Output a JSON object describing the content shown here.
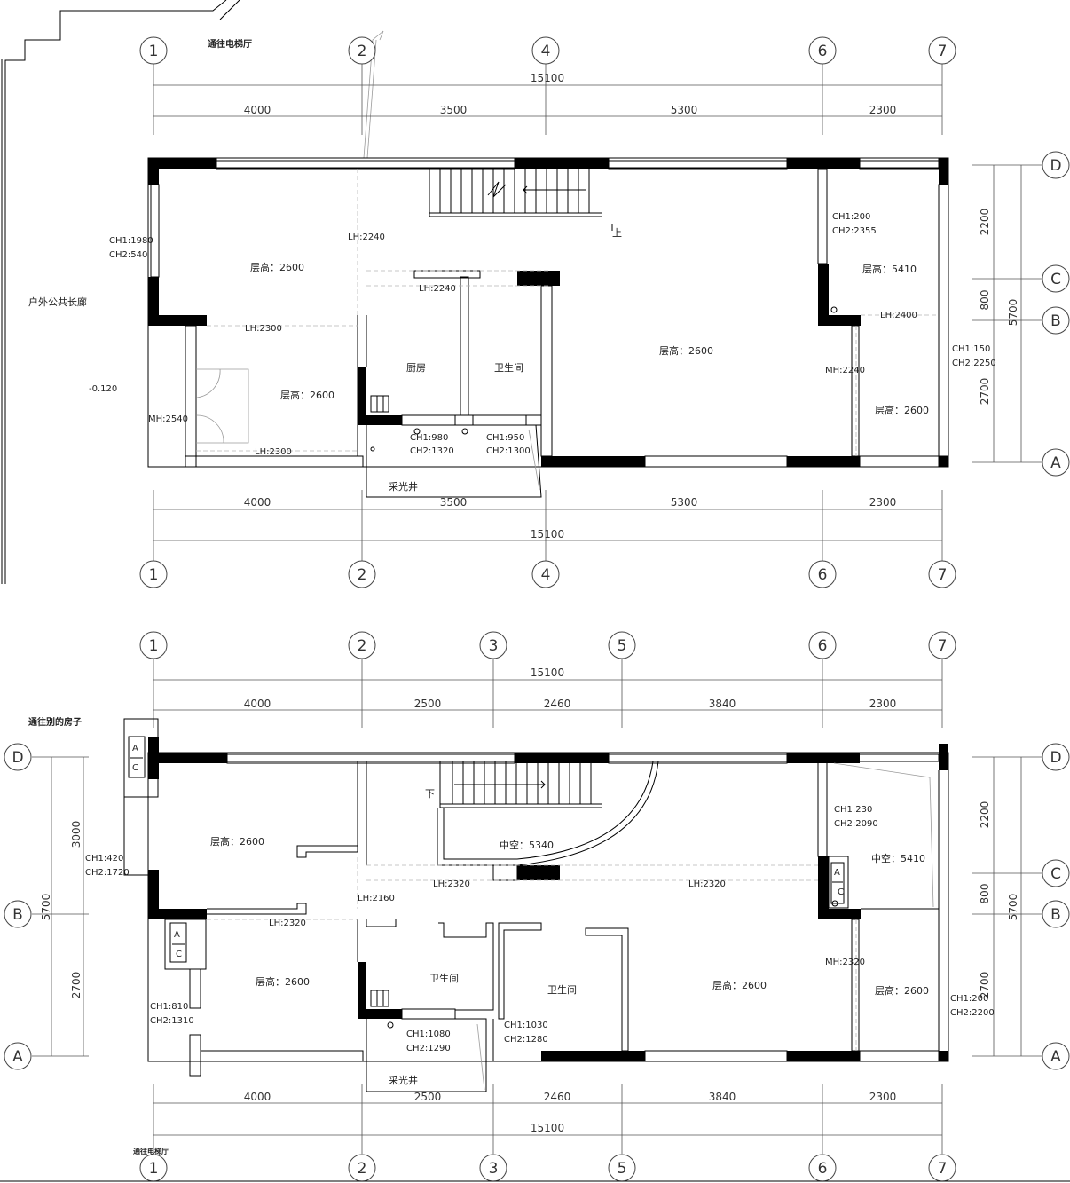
{
  "top_plan": {
    "to_elevator_hall": "通往电梯厅",
    "outdoor_corridor": "户外公共长廊",
    "elevation": "-0.120",
    "axes_horizontal": [
      "1",
      "2",
      "4",
      "6",
      "7"
    ],
    "axes_vertical": [
      "D",
      "C",
      "B",
      "A"
    ],
    "dims_total": "15100",
    "dims_segments": [
      "4000",
      "3500",
      "5300",
      "2300"
    ],
    "dims_vertical": [
      "2200",
      "800",
      "2700"
    ],
    "dims_vertical_total": "5700",
    "rooms": {
      "floor_height_nw": "层高：2600",
      "floor_height_sw": "层高：2600",
      "floor_height_center": "层高：2600",
      "floor_height_ne": "层高：5410",
      "floor_height_se": "层高：2600",
      "kitchen": "厨房",
      "bathroom": "卫生间",
      "lightwell": "采光井",
      "stairs_up": "上"
    },
    "notes": {
      "lh_2240_left": "LH:2240",
      "lh_2240_center": "LH:2240",
      "lh_2300_upper": "LH:2300",
      "lh_2300_lower": "LH:2300",
      "lh_2400": "LH:2400",
      "mh_2540": "MH:2540",
      "mh_2240": "MH:2240",
      "ch_left_1": "CH1:1980",
      "ch_left_2": "CH2:540",
      "ch_ne_1": "CH1:200",
      "ch_ne_2": "CH2:2355",
      "ch_right_1": "CH1:150",
      "ch_right_2": "CH2:2250",
      "ch_k_1": "CH1:980",
      "ch_k_2": "CH2:1320",
      "ch_b_1": "CH1:950",
      "ch_b_2": "CH2:1300"
    }
  },
  "bottom_plan": {
    "to_other_house": "通往别的房子",
    "to_elevator_hall": "通往电梯厅",
    "axes_horizontal": [
      "1",
      "2",
      "3",
      "5",
      "6",
      "7"
    ],
    "axes_vertical": [
      "D",
      "C",
      "B",
      "A"
    ],
    "dims_total": "15100",
    "dims_segments": [
      "4000",
      "2500",
      "2460",
      "3840",
      "2300"
    ],
    "dims_vertical_left": [
      "3000",
      "2700"
    ],
    "dims_vertical_right": [
      "2200",
      "800",
      "2700"
    ],
    "dims_vertical_total": "5700",
    "rooms": {
      "floor_height_nw": "层高：2600",
      "floor_height_sw": "层高：2600",
      "floor_height_center": "层高：2600",
      "floor_height_se": "层高：2600",
      "void_center": "中空：5340",
      "void_ne": "中空：5410",
      "bathroom_1": "卫生间",
      "bathroom_2": "卫生间",
      "lightwell": "采光井",
      "stairs_down": "下",
      "ac_a": "A",
      "ac_c": "C"
    },
    "notes": {
      "lh_2320_left": "LH:2320",
      "lh_2320_center": "LH:2320",
      "lh_2320_right": "LH:2320",
      "lh_2160": "LH:2160",
      "mh_2320": "MH:2320",
      "ch_left_1": "CH1:420",
      "ch_left_2": "CH2:1720",
      "ch_sw_1": "CH1:810",
      "ch_sw_2": "CH2:1310",
      "ch_ne_1": "CH1:230",
      "ch_ne_2": "CH2:2090",
      "ch_se_1": "CH1:200",
      "ch_se_2": "CH2:2200",
      "ch_b1_1": "CH1:1080",
      "ch_b1_2": "CH2:1290",
      "ch_b2_1": "CH1:1030",
      "ch_b2_2": "CH2:1280"
    }
  }
}
